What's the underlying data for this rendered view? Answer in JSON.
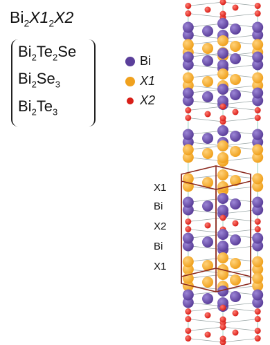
{
  "formula": {
    "base": "Bi",
    "sub1": "2",
    "x1": "X1",
    "sub2": "2",
    "x2": "X2"
  },
  "compounds": [
    {
      "parts": [
        [
          "Bi",
          ""
        ],
        [
          "2",
          "sub"
        ],
        [
          "Te",
          ""
        ],
        [
          "2",
          "sub"
        ],
        [
          "Se",
          ""
        ]
      ]
    },
    {
      "parts": [
        [
          "Bi",
          ""
        ],
        [
          "2",
          "sub"
        ],
        [
          "Se",
          ""
        ],
        [
          "3",
          "sub"
        ]
      ]
    },
    {
      "parts": [
        [
          "Bi",
          ""
        ],
        [
          "2",
          "sub"
        ],
        [
          "Te",
          ""
        ],
        [
          "3",
          "sub"
        ]
      ]
    }
  ],
  "legend": [
    {
      "label": "Bi",
      "color": "#5b3f9a",
      "italic": false
    },
    {
      "label": "X1",
      "color": "#f0a11e",
      "italic": true
    },
    {
      "label": "X2",
      "color": "#d81f18",
      "italic": true
    }
  ],
  "layer_labels": [
    "X1",
    "Bi",
    "X2",
    "Bi",
    "X1"
  ],
  "colors": {
    "bi": "#5b3f9a",
    "x1": "#f0a11e",
    "x2": "#d81f18",
    "cell": "#8b2a1f",
    "bond": "#a9d8c8"
  }
}
